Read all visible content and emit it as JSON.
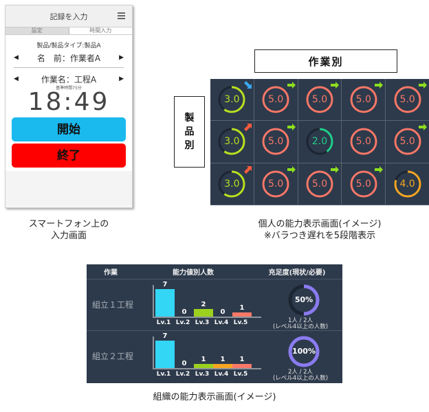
{
  "phone": {
    "header_title": "記録を入力",
    "menu_icon": "hamburger-menu-icon",
    "tabs": [
      {
        "label": "設定",
        "active": false
      },
      {
        "label": "時間入力",
        "active": true
      }
    ],
    "product_line": "製品/製品タイプ:製品A",
    "worker_label": "名　前：作業者A",
    "task_label": "作業名：工程A",
    "standard_time": "基準時間75分",
    "clock": "18:49",
    "start_button": "開始",
    "end_button": "終了",
    "colors": {
      "start": "#1ab9ee",
      "end": "#ff0000"
    }
  },
  "captions": {
    "phone_line1": "スマートフォン上の",
    "phone_line2": "入力画面",
    "individual_line1": "個人の能力表示画面(イメージ)",
    "individual_line2": "※バラつき遅れを5段階表示",
    "organization": "組織の能力表示画面(イメージ)"
  },
  "individual": {
    "column_label": "作業別",
    "row_label_chars": [
      "製",
      "品",
      "別"
    ],
    "grid": [
      [
        {
          "value": "3.0",
          "level": 3,
          "trend": "down-right"
        },
        {
          "value": "5.0",
          "level": 5,
          "trend": "right"
        },
        {
          "value": "5.0",
          "level": 5,
          "trend": "right"
        },
        {
          "value": "5.0",
          "level": 5,
          "trend": "right"
        },
        {
          "value": "5.0",
          "level": 5,
          "trend": "right"
        }
      ],
      [
        {
          "value": "3.0",
          "level": 3,
          "trend": "up-right"
        },
        {
          "value": "5.0",
          "level": 5,
          "trend": "right"
        },
        {
          "value": "2.0",
          "level": 2,
          "trend": "none"
        },
        {
          "value": "5.0",
          "level": 5,
          "trend": "none"
        },
        {
          "value": "5.0",
          "level": 5,
          "trend": "right"
        }
      ],
      [
        {
          "value": "3.0",
          "level": 3,
          "trend": "up-right"
        },
        {
          "value": "5.0",
          "level": 5,
          "trend": "right"
        },
        {
          "value": "5.0",
          "level": 5,
          "trend": "right"
        },
        {
          "value": "5.0",
          "level": 5,
          "trend": "right"
        },
        {
          "value": "4.0",
          "level": 4,
          "trend": "none"
        }
      ]
    ],
    "level_colors": {
      "2": "#1fcf8a",
      "3": "#b9e020",
      "4": "#f5a623",
      "5": "#f87868"
    },
    "trend_colors": {
      "right": "#8ee01e",
      "up-right": "#ff5a3c",
      "down-right": "#3aa8f0"
    }
  },
  "organization": {
    "headers": {
      "task": "作業",
      "counts": "能力値別人数",
      "fulfillment": "充足度(現状/必要)"
    },
    "levels": [
      "Lv.1",
      "Lv.2",
      "Lv.3",
      "Lv.4",
      "Lv.5"
    ],
    "bar_colors": [
      "#33d6f5",
      "#7a7a7a",
      "#9bd11e",
      "#f5a623",
      "#f87868"
    ],
    "rows": [
      {
        "name": "組立１工程",
        "counts": [
          7,
          0,
          2,
          0,
          1
        ],
        "percent": "50%",
        "pct_value": 50,
        "ratio": "1人 / 2人",
        "note": "(レベル4以上の人数)"
      },
      {
        "name": "組立２工程",
        "counts": [
          7,
          0,
          1,
          1,
          1
        ],
        "percent": "100%",
        "pct_value": 100,
        "ratio": "2人 / 2人",
        "note": "(レベル4以上の人数)"
      }
    ],
    "donut_color": "#8a7bf0"
  },
  "chart_data": [
    {
      "type": "bar",
      "title": "組立１工程 能力値別人数",
      "categories": [
        "Lv.1",
        "Lv.2",
        "Lv.3",
        "Lv.4",
        "Lv.5"
      ],
      "values": [
        7,
        0,
        2,
        0,
        1
      ],
      "xlabel": "",
      "ylabel": "人数"
    },
    {
      "type": "bar",
      "title": "組立２工程 能力値別人数",
      "categories": [
        "Lv.1",
        "Lv.2",
        "Lv.3",
        "Lv.4",
        "Lv.5"
      ],
      "values": [
        7,
        0,
        1,
        1,
        1
      ],
      "xlabel": "",
      "ylabel": "人数"
    },
    {
      "type": "pie",
      "title": "充足度(現状/必要)",
      "categories": [
        "組立１工程",
        "組立２工程"
      ],
      "values": [
        50,
        100
      ]
    }
  ]
}
